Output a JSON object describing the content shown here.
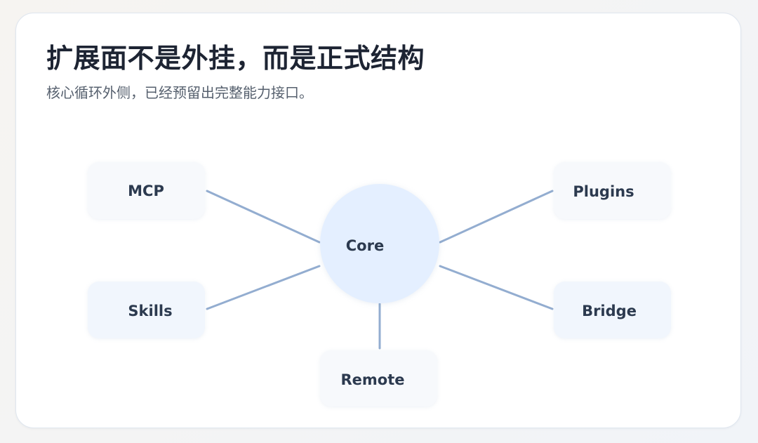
{
  "header": {
    "title": "扩展面不是外挂，而是正式结构",
    "subtitle": "核心循环外侧，已经预留出完整能力接口。"
  },
  "diagram": {
    "core": "Core",
    "nodes": {
      "mcp": "MCP",
      "skills": "Skills",
      "remote": "Remote",
      "plugins": "Plugins",
      "bridge": "Bridge"
    }
  },
  "colors": {
    "link": "#93add0",
    "node_fill": "#f1f6fd",
    "core_fill": "#e4efff",
    "title": "#1d2433",
    "subtitle": "#56606e"
  }
}
